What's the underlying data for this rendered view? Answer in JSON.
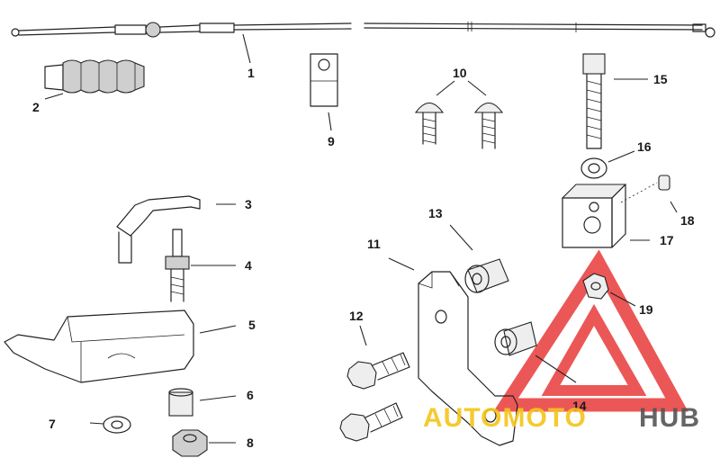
{
  "callouts": [
    {
      "id": "1",
      "label": "1"
    },
    {
      "id": "2",
      "label": "2"
    },
    {
      "id": "3",
      "label": "3"
    },
    {
      "id": "4",
      "label": "4"
    },
    {
      "id": "5",
      "label": "5"
    },
    {
      "id": "6",
      "label": "6"
    },
    {
      "id": "7",
      "label": "7"
    },
    {
      "id": "8",
      "label": "8"
    },
    {
      "id": "9",
      "label": "9"
    },
    {
      "id": "10",
      "label": "10"
    },
    {
      "id": "11",
      "label": "11"
    },
    {
      "id": "12",
      "label": "12"
    },
    {
      "id": "13",
      "label": "13"
    },
    {
      "id": "14",
      "label": "14"
    },
    {
      "id": "15",
      "label": "15"
    },
    {
      "id": "16",
      "label": "16"
    },
    {
      "id": "17",
      "label": "17"
    },
    {
      "id": "18",
      "label": "18"
    },
    {
      "id": "19",
      "label": "19"
    }
  ],
  "watermark": {
    "part1": "AUTOMOTO",
    "part2": "HUB",
    "color_part1": "#f5c518",
    "color_part2": "#555555",
    "triangle_color": "#e83a3a"
  }
}
